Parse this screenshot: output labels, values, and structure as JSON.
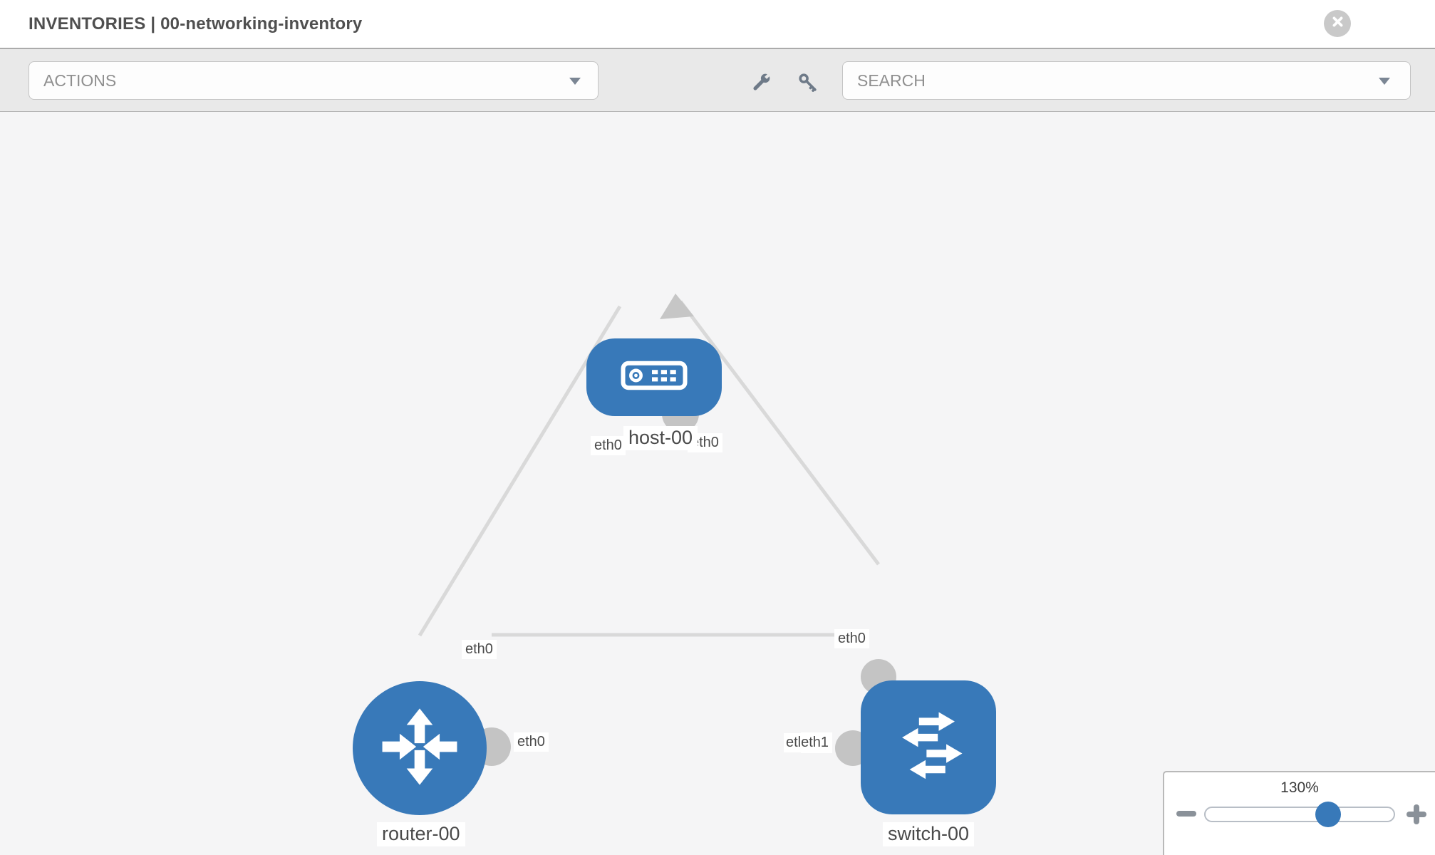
{
  "header": {
    "title": "INVENTORIES | 00-networking-inventory"
  },
  "toolbar": {
    "actions_label": "ACTIONS",
    "search_placeholder": "SEARCH"
  },
  "icons": {
    "close": "circle-x",
    "wrench": "wrench",
    "key": "key",
    "caret": "caret-down",
    "zoom_out": "minus",
    "zoom_in": "plus",
    "host_icon": "server",
    "router_icon": "crossed-arrows",
    "switch_icon": "exchange-arrows"
  },
  "topology": {
    "node_labels": {
      "host": "host-00",
      "router": "router-00",
      "switch": "switch-00"
    },
    "port_labels": {
      "r1_router": "eth0",
      "r1_host": "eth0",
      "l2_host": "eth0",
      "l2_switch": "eth0",
      "l3_router": "eth0",
      "l3_switch_partial": "etl",
      "l3_switch": "eth1"
    },
    "links": [
      {
        "from": "router-00",
        "to": "host-00"
      },
      {
        "from": "host-00",
        "to": "switch-00"
      },
      {
        "from": "router-00",
        "to": "switch-00"
      }
    ]
  },
  "zoom_control": {
    "level": "130%"
  },
  "colors": {
    "node_blue": "#3879b9",
    "link_gray": "#d9d9d9",
    "interface_gray": "#c4c4c4",
    "toolbar_bg": "#e9e9e9",
    "canvas_bg": "#f5f5f6"
  }
}
